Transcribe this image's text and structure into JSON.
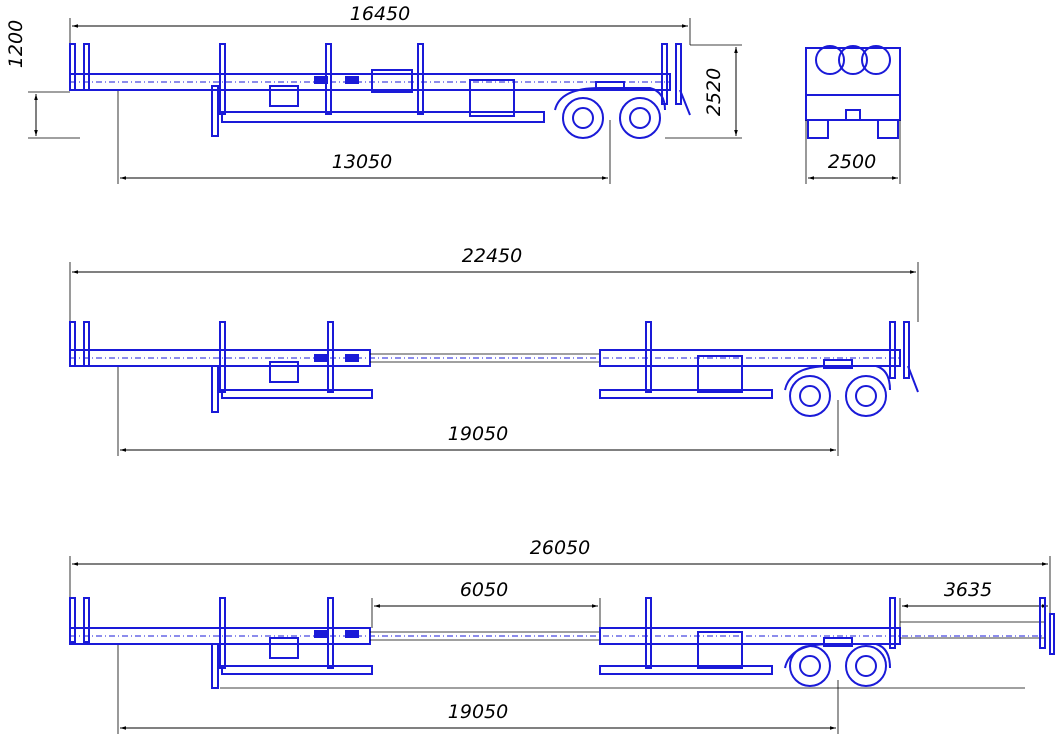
{
  "views": {
    "top": {
      "length_overall": "16450",
      "height_platform": "1200",
      "height_total": "2520",
      "wheelbase": "13050"
    },
    "rear": {
      "width": "2500"
    },
    "middle": {
      "length_overall": "22450",
      "wheelbase": "19050"
    },
    "bottom": {
      "length_overall": "26050",
      "extension_front": "6050",
      "extension_rear": "3635",
      "wheelbase": "19050"
    }
  },
  "colors": {
    "frame": "#1a1ad8",
    "dimension": "#000000",
    "background": "#ffffff"
  }
}
